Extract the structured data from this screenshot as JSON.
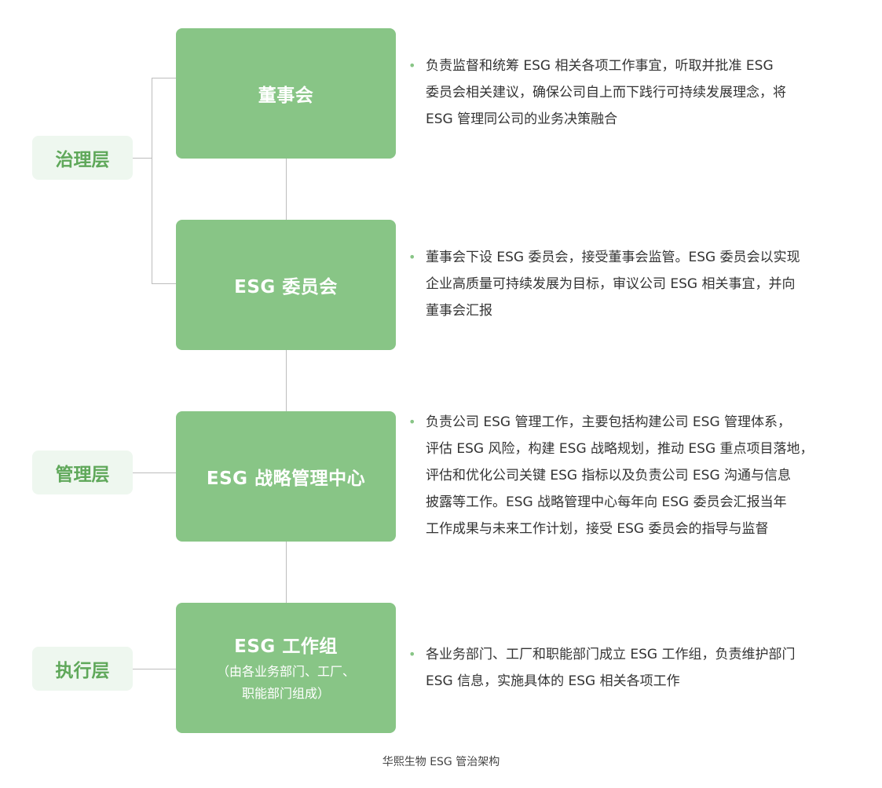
{
  "layers": {
    "governance": "治理层",
    "management": "管理层",
    "execution": "执行层"
  },
  "boxes": {
    "board": {
      "title": "董事会"
    },
    "esg_committee": {
      "title": "ESG 委员会"
    },
    "strategy_center": {
      "title": "ESG 战略管理中心"
    },
    "working_group": {
      "title": "ESG 工作组",
      "subtitle_line1": "（由各业务部门、工厂、",
      "subtitle_line2": "职能部门组成）"
    }
  },
  "descriptions": {
    "board": [
      "负责监督和统筹 ESG 相关各项工作事宜，听取并批准 ESG",
      "委员会相关建议，确保公司自上而下践行可持续发展理念，将",
      "ESG 管理同公司的业务决策融合"
    ],
    "esg_committee": [
      "董事会下设 ESG 委员会，接受董事会监管。ESG 委员会以实现",
      "企业高质量可持续发展为目标，审议公司 ESG 相关事宜，并向",
      "董事会汇报"
    ],
    "strategy_center": [
      "负责公司 ESG 管理工作，主要包括构建公司 ESG 管理体系，",
      "评估 ESG 风险，构建 ESG 战略规划，推动 ESG 重点项目落地，",
      "评估和优化公司关键 ESG 指标以及负责公司 ESG 沟通与信息",
      "披露等工作。ESG 战略管理中心每年向 ESG 委员会汇报当年",
      "工作成果与未来工作计划，接受 ESG 委员会的指导与监督"
    ],
    "working_group": [
      "各业务部门、工厂和职能部门成立 ESG 工作组，负责维护部门",
      "ESG 信息，实施具体的 ESG 相关各项工作"
    ]
  },
  "bullet": "•",
  "caption": "华熙生物 ESG 管治架构",
  "colors": {
    "box_green": "#88c586",
    "tag_bg": "#eef7ef",
    "tag_text": "#5fa85a",
    "connector": "#bdbdbd"
  }
}
